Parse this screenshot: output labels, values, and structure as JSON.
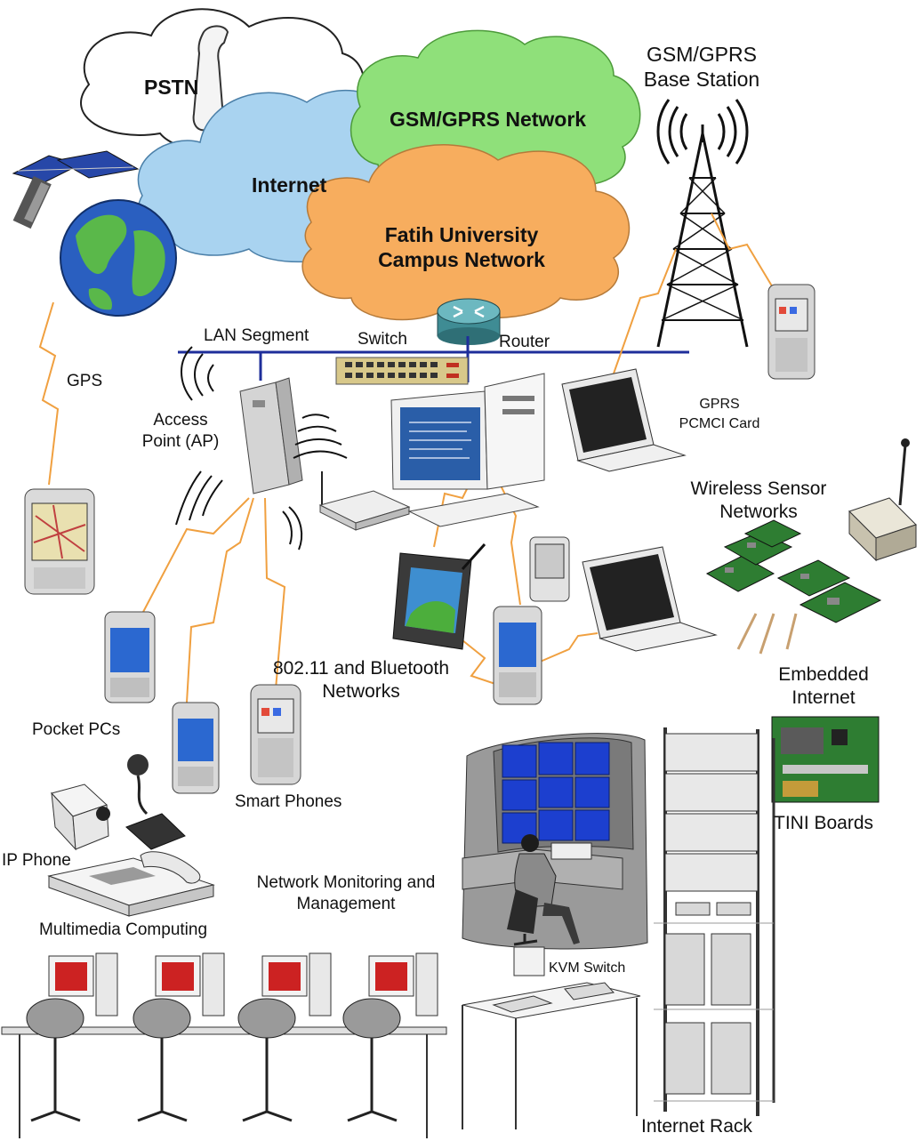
{
  "clouds": {
    "pstn": "PSTN",
    "internet": "Internet",
    "gsm_network": "GSM/GPRS Network",
    "campus_line1": "Fatih University",
    "campus_line2": "Campus Network"
  },
  "labels": {
    "base_station_line1": "GSM/GPRS",
    "base_station_line2": "Base Station",
    "lan_segment": "LAN Segment",
    "switch": "Switch",
    "router": "Router",
    "gps": "GPS",
    "access_point_line1": "Access",
    "access_point_line2": "Point (AP)",
    "gprs_card_line1": "GPRS",
    "gprs_card_line2": "PCMCI Card",
    "wsn_line1": "Wireless Sensor",
    "wsn_line2": "Networks",
    "bt_line1": "802.11 and Bluetooth",
    "bt_line2": "Networks",
    "pocket_pcs": "Pocket PCs",
    "embedded_line1": "Embedded",
    "embedded_line2": "Internet",
    "smart_phones": "Smart Phones",
    "tini_boards": "TINI Boards",
    "ip_phone": "IP Phone",
    "nmm_line1": "Network Monitoring and",
    "nmm_line2": "Management",
    "multimedia": "Multimedia Computing",
    "kvm_switch": "KVM Switch",
    "internet_rack": "Internet Rack"
  },
  "colors": {
    "pstn_cloud": "#ffffff",
    "internet_cloud": "#a9d3f0",
    "gsm_cloud": "#8fe07a",
    "campus_cloud": "#f7ad5e",
    "lan_line": "#1e2e9a",
    "wireless_link": "#f0a040",
    "globe_water": "#2a5fc0",
    "globe_land": "#5ab84a",
    "monitor_wall": "#1c3fcf",
    "lab_screens": "#cc2222"
  },
  "icons": [
    "telephone-icon",
    "satellite-icon",
    "globe-icon",
    "router-icon",
    "switch-icon",
    "cell-tower-icon",
    "access-point-icon",
    "desktop-pc-icon",
    "laptop-icon",
    "pda-icon",
    "tablet-pc-icon",
    "smartphone-icon",
    "sensor-board-icon",
    "tini-board-icon",
    "webcam-icon",
    "video-camera-icon",
    "desk-phone-icon",
    "control-center-icon",
    "server-rack-icon",
    "kvm-switch-icon",
    "lab-workstation-icon"
  ]
}
